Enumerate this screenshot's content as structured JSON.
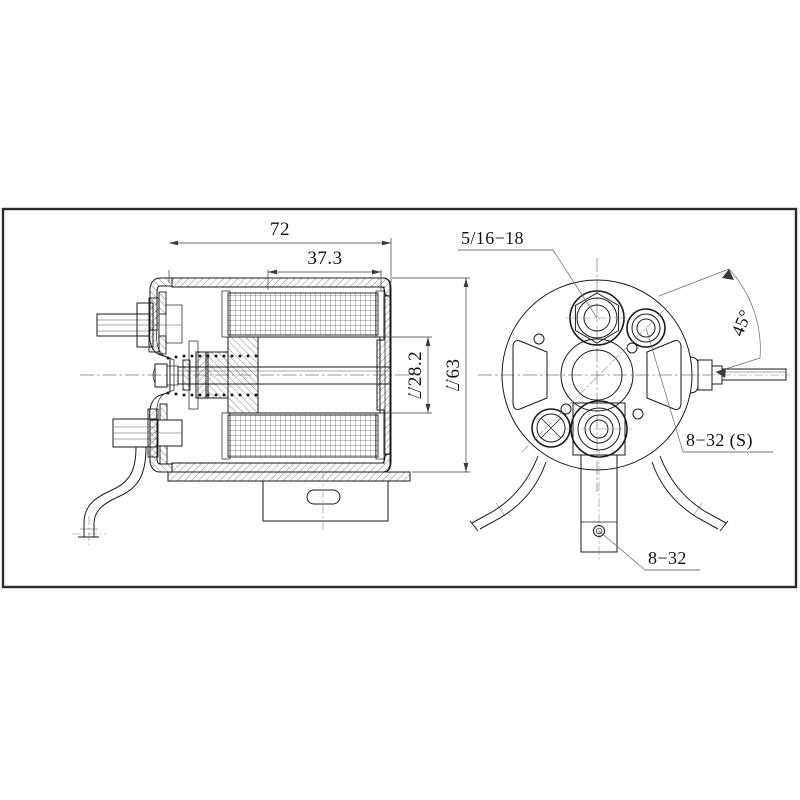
{
  "document": {
    "type": "engineering-drawing",
    "title": "Motor assembly cross-section and end view",
    "border_color": "#2b2b2b",
    "line_color": "#1a1a1a",
    "background": "#ffffff"
  },
  "dimensions": {
    "overall_length": "72",
    "stator_length": "37.3",
    "rotor_diameter": "⌰28.2",
    "housing_diameter": "⌰63"
  },
  "annotations": {
    "terminal_large": "5/16−18",
    "terminal_small_s": "8−32 (S)",
    "bracket_hole": "8−32",
    "blade_angle": "45°"
  },
  "views": {
    "left": {
      "name": "cross-section-view"
    },
    "right": {
      "name": "end-view"
    }
  }
}
